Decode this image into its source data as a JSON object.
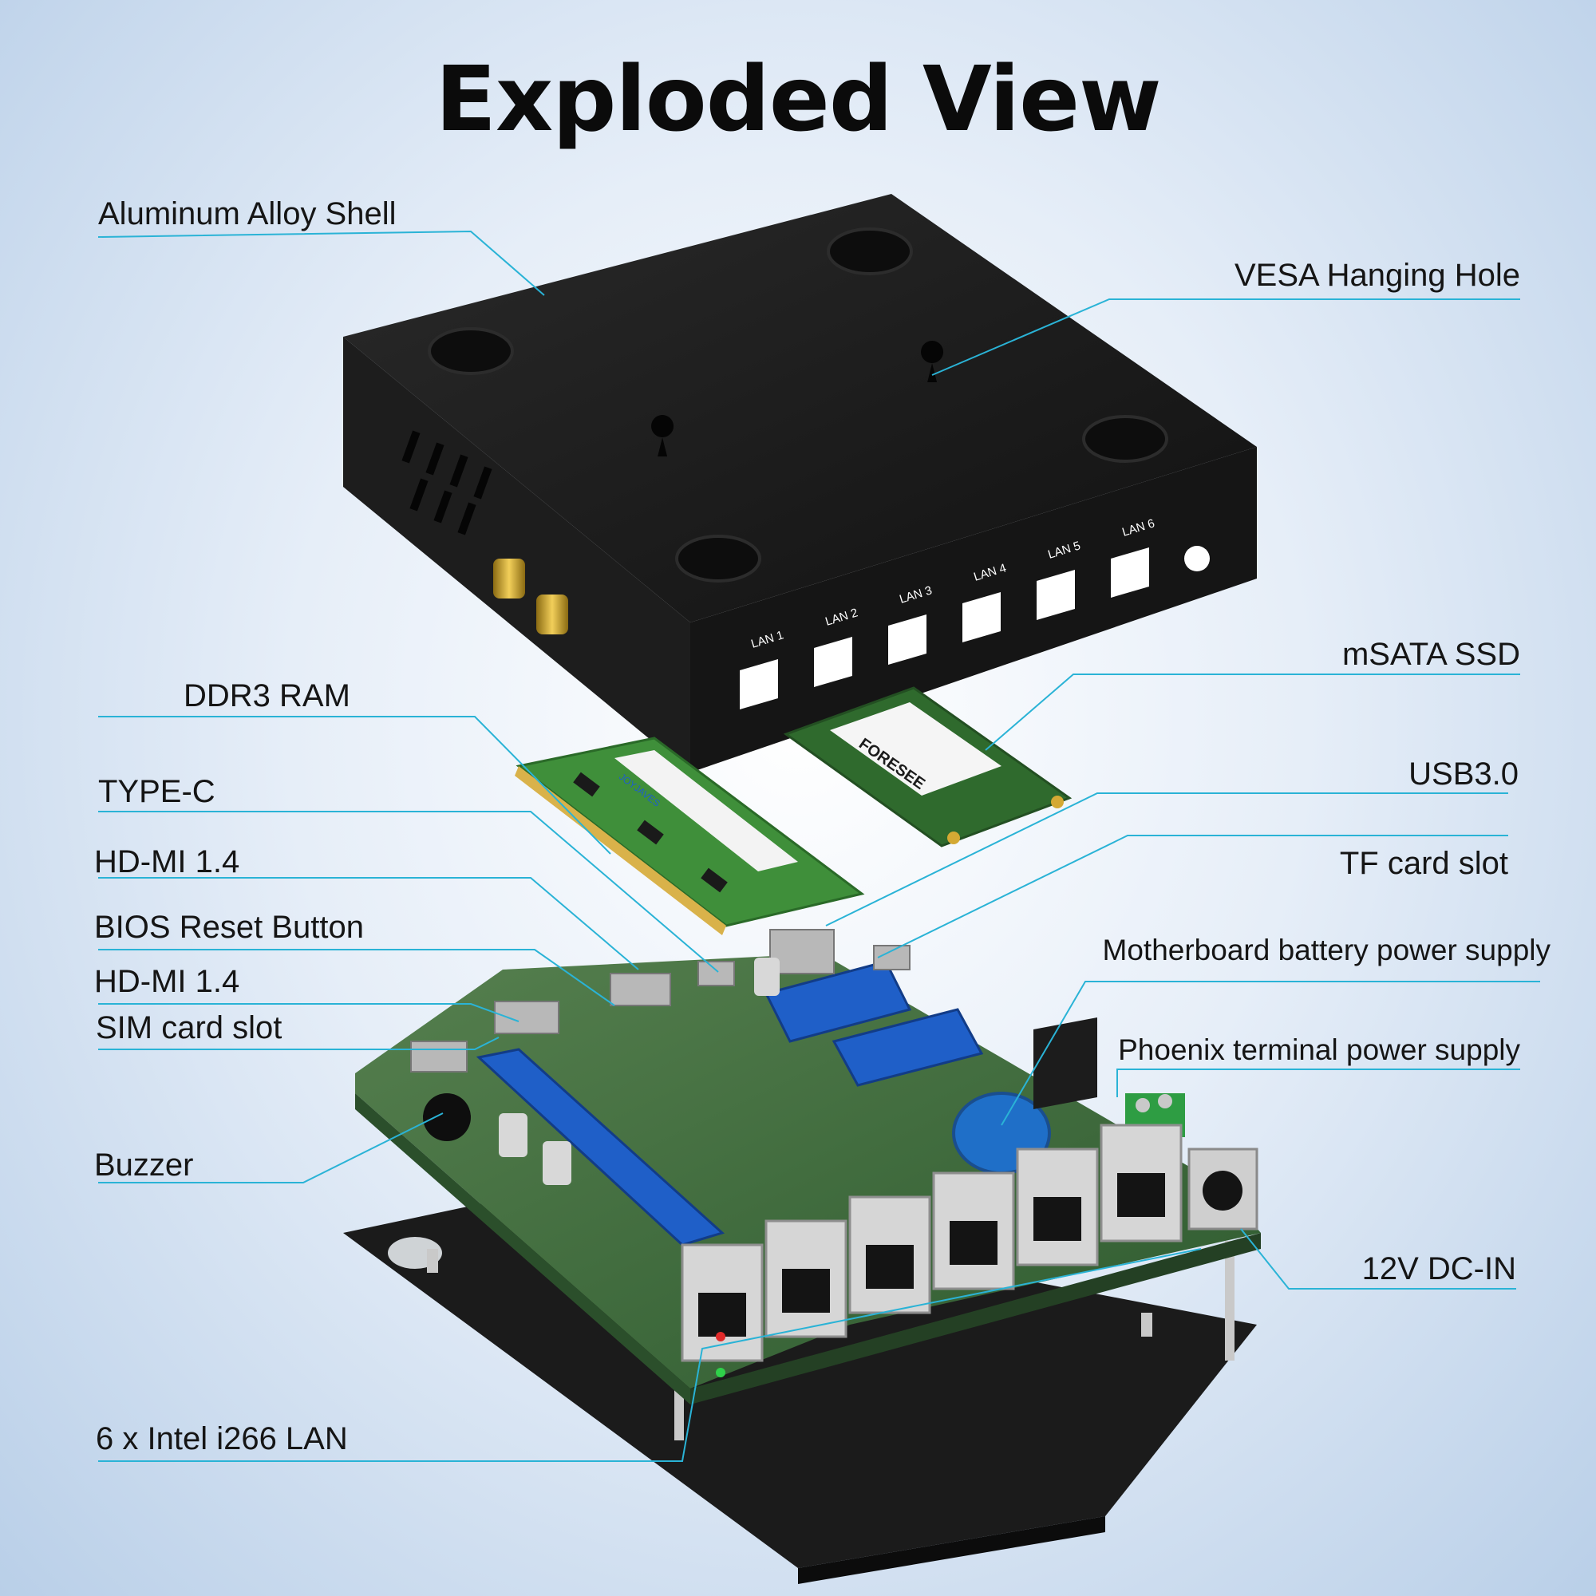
{
  "title": "Exploded View",
  "labels": {
    "aluminum_shell": "Aluminum Alloy Shell",
    "vesa": "VESA Hanging Hole",
    "msata": "mSATA SSD",
    "ddr3": "DDR3 RAM",
    "usb3": "USB3.0",
    "type_c": "TYPE-C",
    "tf_card": "TF card slot",
    "hdmi_1": "HD-MI 1.4",
    "battery": "Motherboard battery power supply",
    "bios": "BIOS Reset Button",
    "hdmi_2": "HD-MI 1.4",
    "phoenix": "Phoenix terminal power supply",
    "sim": "SIM card slot",
    "buzzer": "Buzzer",
    "dc_in": "12V DC-IN",
    "lan": "6 x Intel i266 LAN"
  },
  "chassis_port_labels": [
    "LAN 1",
    "LAN 2",
    "LAN 3",
    "LAN 4",
    "LAN 5",
    "LAN 6"
  ],
  "ssd_brand": "FORESEE",
  "ram_brand": "JOYJAVES",
  "colors": {
    "leader_line": "#2ab3d6",
    "chassis": "#161616",
    "pcb": "#3d6b3c",
    "slot_blue": "#1f5fc8",
    "ram_green": "#3f8f3a"
  }
}
